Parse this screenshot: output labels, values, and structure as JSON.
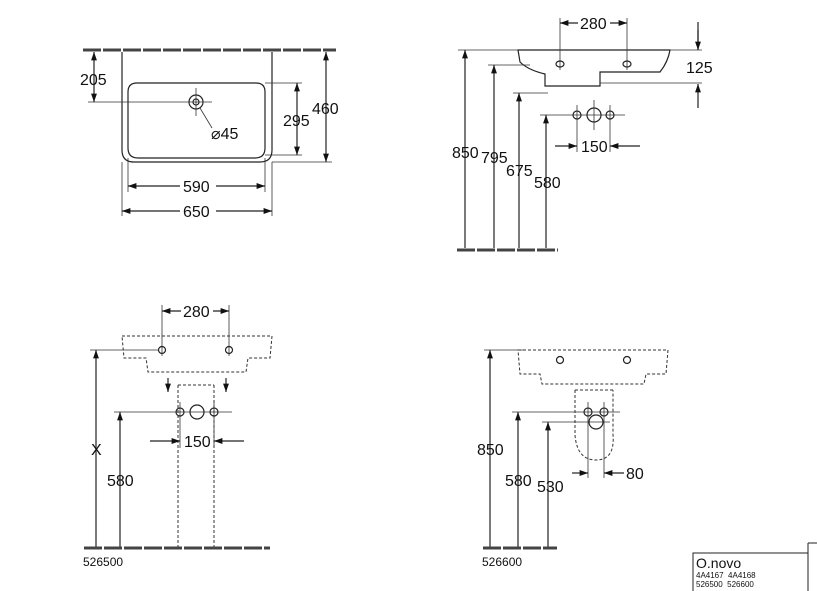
{
  "views": {
    "top_plan": {
      "d205": "205",
      "d295": "295",
      "d460": "460",
      "d590": "590",
      "d650": "650",
      "hole": "⌀45"
    },
    "side": {
      "d280": "280",
      "d125": "125",
      "d850": "850",
      "d795": "795",
      "d675": "675",
      "d580": "580",
      "d150": "150"
    },
    "front_526500": {
      "d280": "280",
      "dx": "X",
      "d580": "580",
      "d150": "150",
      "code": "526500"
    },
    "front_526600": {
      "d850": "850",
      "d580": "580",
      "d530": "530",
      "d80": "80",
      "code": "526600"
    }
  },
  "title_block": {
    "name": "O.novo",
    "line1": "4A4167  4A4168",
    "line2": "526500  526600"
  }
}
